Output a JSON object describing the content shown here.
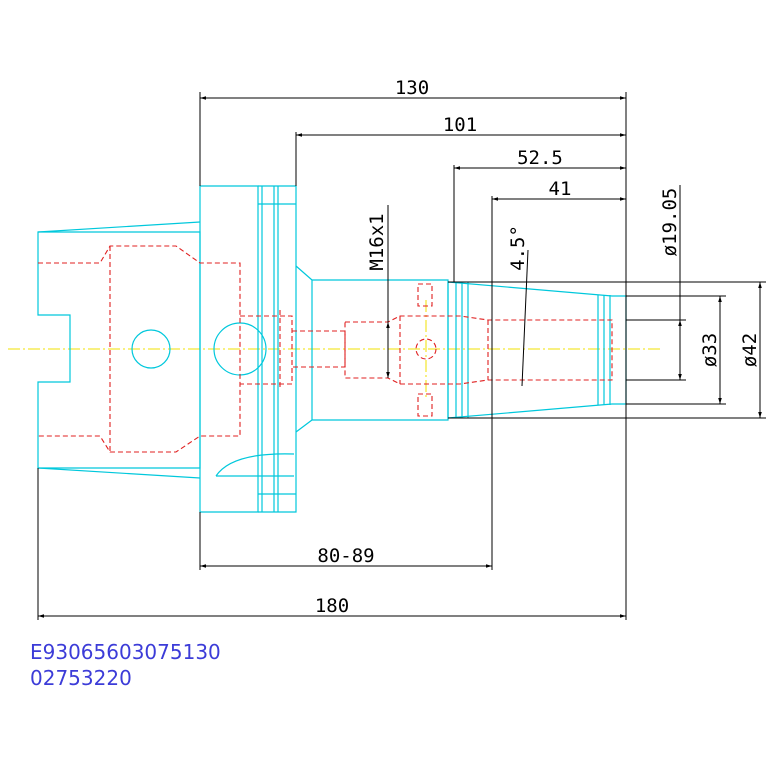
{
  "drawing": {
    "dimensions": {
      "overall_130": "130",
      "length_101": "101",
      "length_52_5": "52.5",
      "length_41": "41",
      "thread": "M16x1",
      "taper_angle": "4.5°",
      "dia_19_05": "ø19.05",
      "dia_33": "ø33",
      "dia_42": "ø42",
      "range_80_89": "80-89",
      "overall_180": "180"
    },
    "part_codes": {
      "code_line1": "E93065603075130",
      "code_line2": "02753220"
    },
    "colors": {
      "outline": "#00c8dc",
      "hidden_lines": "#e02020",
      "center_line": "#f0e000",
      "dimensions": "#000000",
      "part_code_text": "#3c3cd8"
    }
  }
}
